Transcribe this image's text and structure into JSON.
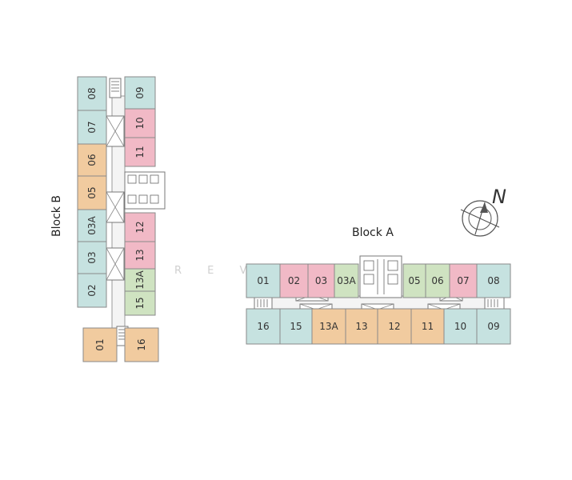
{
  "colors": {
    "teal": "#c6e2e0",
    "orange": "#f1cb9f",
    "pink": "#f1b9c6",
    "green": "#cfe3c1"
  },
  "labels": {
    "block_a": "Block A",
    "block_b": "Block B",
    "watermark": "R E V",
    "north": "N"
  },
  "block_a": {
    "top_units": [
      {
        "label": "01",
        "color": "teal"
      },
      {
        "label": "02",
        "color": "pink"
      },
      {
        "label": "03",
        "color": "pink"
      },
      {
        "label": "03A",
        "color": "green"
      },
      {
        "label": "05",
        "color": "green"
      },
      {
        "label": "06",
        "color": "green"
      },
      {
        "label": "07",
        "color": "pink"
      },
      {
        "label": "08",
        "color": "teal"
      }
    ],
    "bottom_units": [
      {
        "label": "16",
        "color": "teal"
      },
      {
        "label": "15",
        "color": "teal"
      },
      {
        "label": "13A",
        "color": "orange"
      },
      {
        "label": "13",
        "color": "orange"
      },
      {
        "label": "12",
        "color": "orange"
      },
      {
        "label": "11",
        "color": "orange"
      },
      {
        "label": "10",
        "color": "teal"
      },
      {
        "label": "09",
        "color": "teal"
      }
    ]
  },
  "block_b": {
    "left_units": [
      {
        "label": "08",
        "color": "teal"
      },
      {
        "label": "07",
        "color": "teal"
      },
      {
        "label": "06",
        "color": "orange"
      },
      {
        "label": "05",
        "color": "orange"
      },
      {
        "label": "03A",
        "color": "teal"
      },
      {
        "label": "03",
        "color": "teal"
      },
      {
        "label": "02",
        "color": "teal"
      }
    ],
    "right_units": [
      {
        "label": "09",
        "color": "teal"
      },
      {
        "label": "10",
        "color": "pink"
      },
      {
        "label": "11",
        "color": "pink"
      },
      {
        "label": "12",
        "color": "pink"
      },
      {
        "label": "13",
        "color": "pink"
      },
      {
        "label": "13A",
        "color": "green"
      },
      {
        "label": "15",
        "color": "green"
      }
    ],
    "bottom_units": [
      {
        "label": "01",
        "color": "orange"
      },
      {
        "label": "16",
        "color": "orange"
      }
    ]
  }
}
